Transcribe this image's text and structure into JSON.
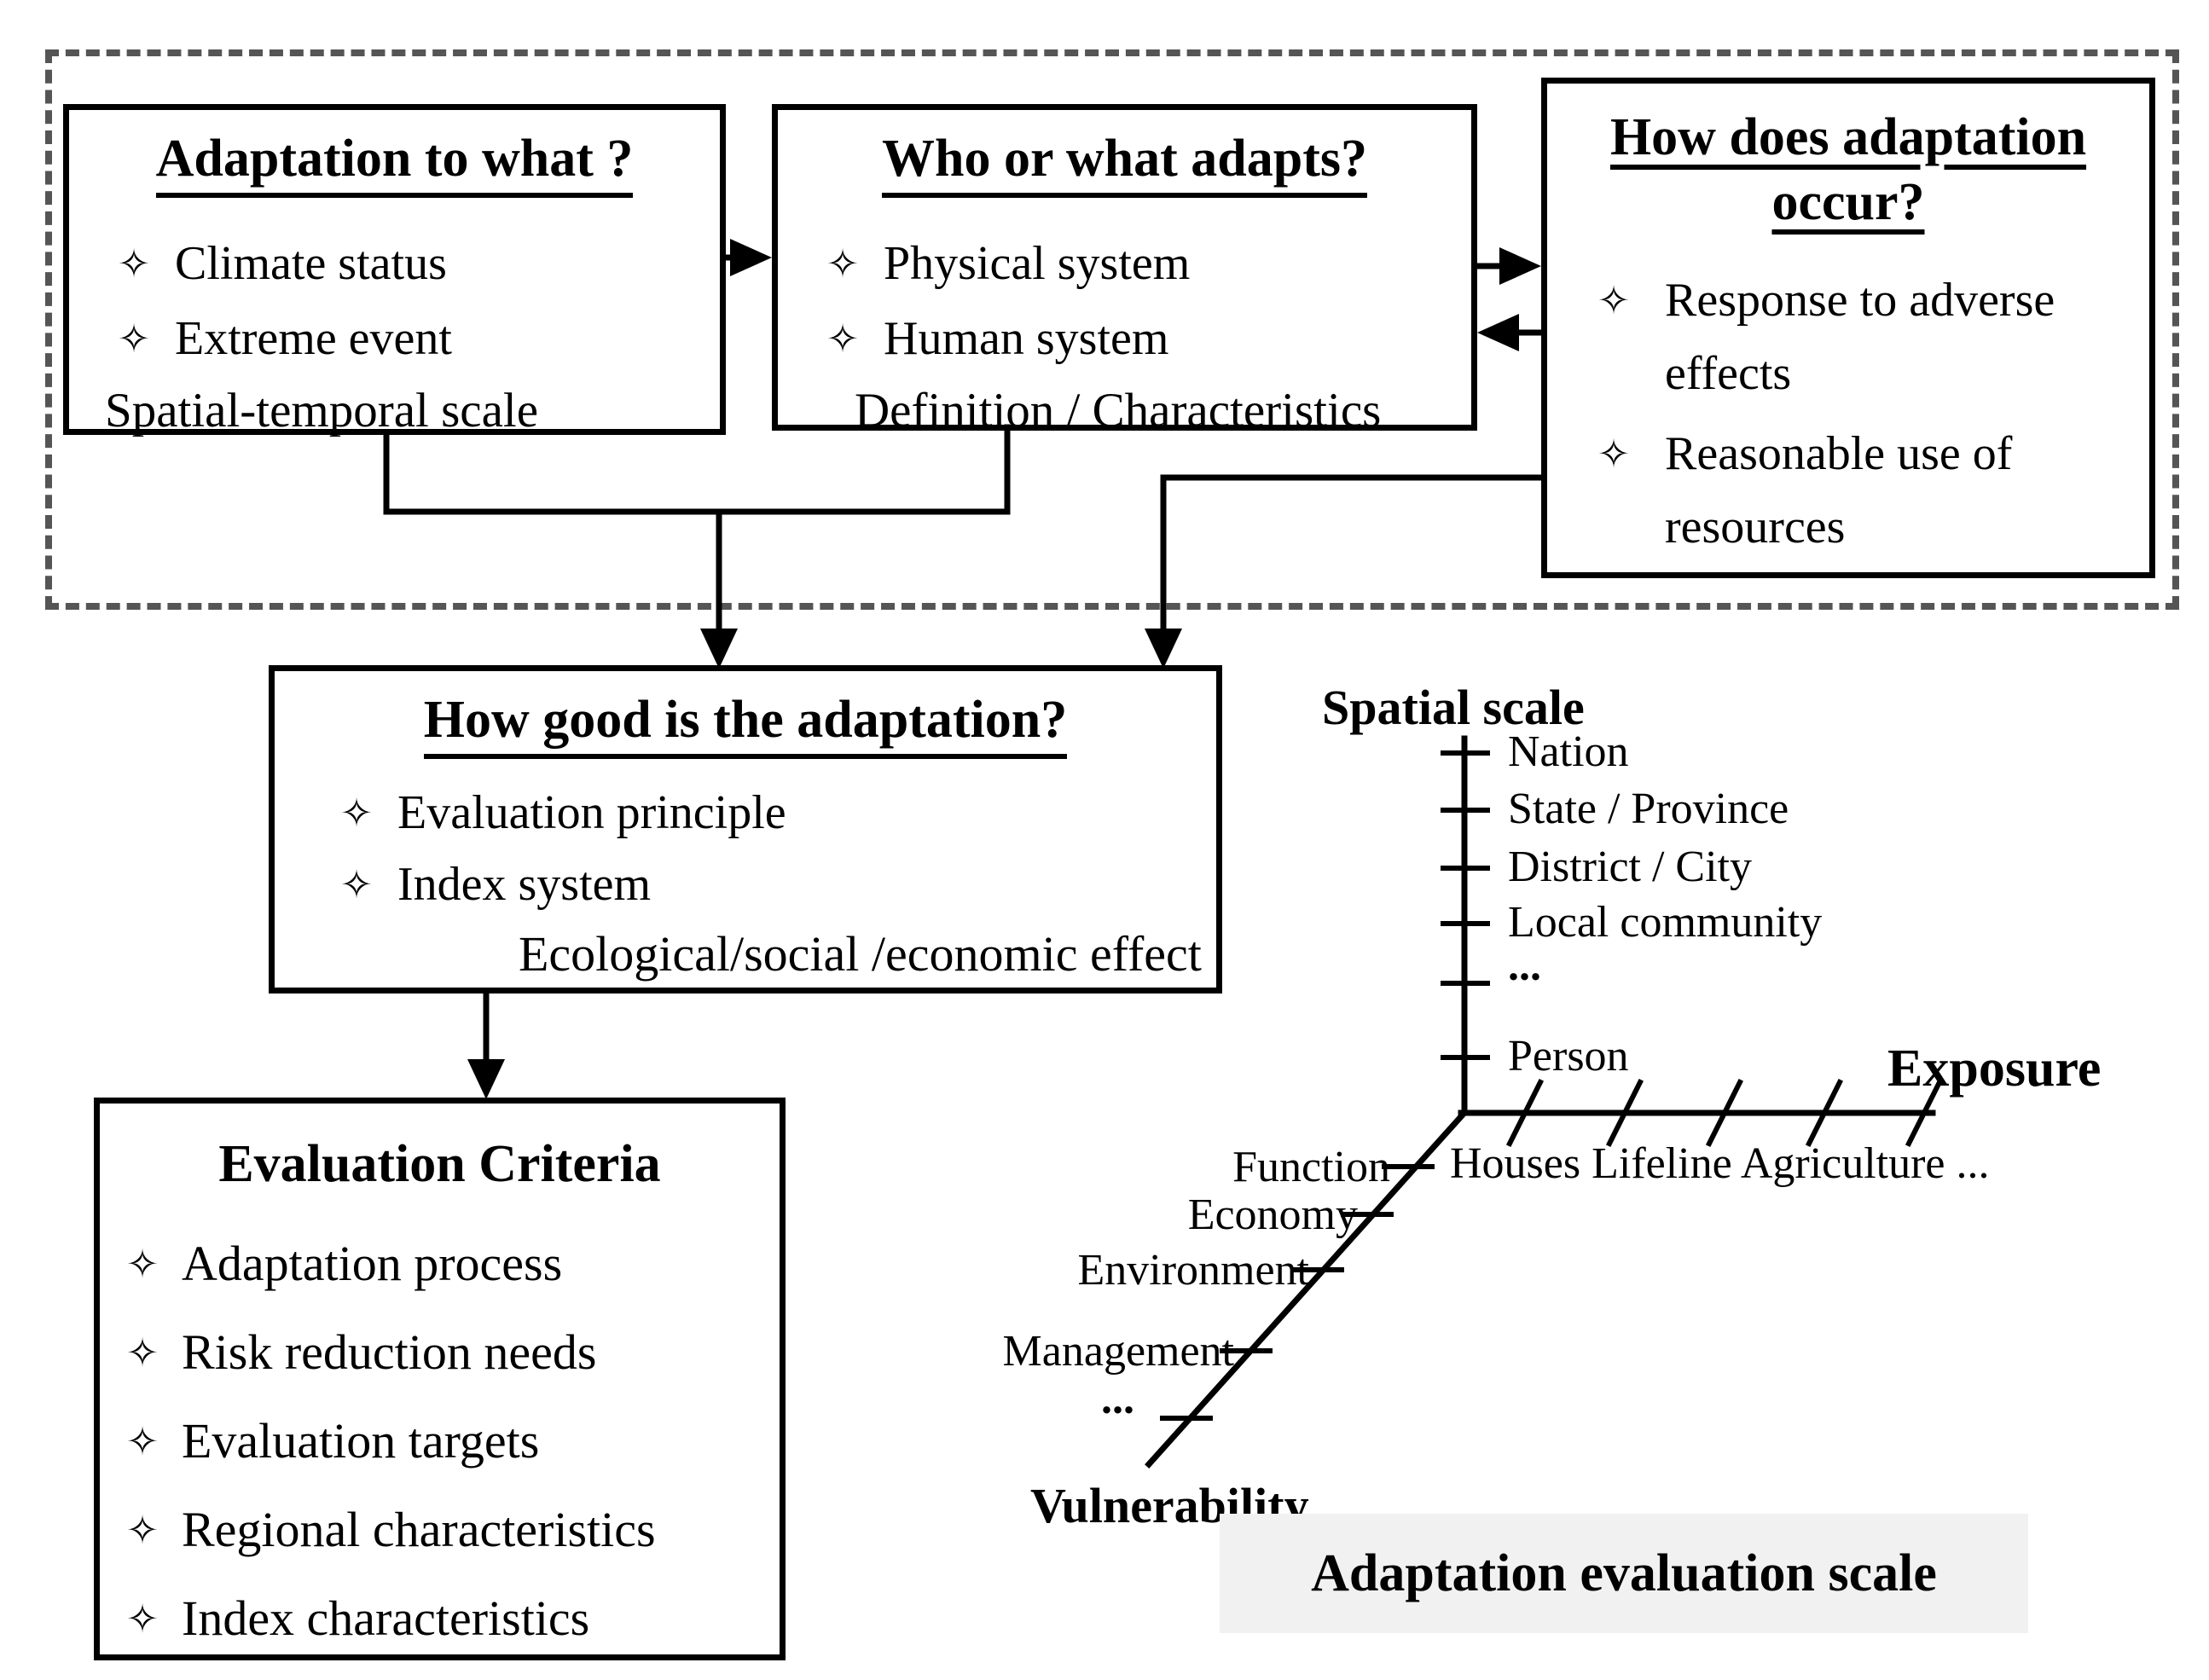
{
  "bullet_icon": "✧",
  "boxes": {
    "adaptation_to_what": {
      "title": "Adaptation to what ?",
      "items": [
        "Climate status",
        "Extreme event"
      ],
      "footer": "Spatial-temporal scale"
    },
    "who_or_what_adapts": {
      "title": "Who or what adapts?",
      "items": [
        "Physical system",
        "Human system"
      ],
      "footer": "Definition / Characteristics"
    },
    "how_does_adaptation_occur": {
      "title": "How does adaptation occur?",
      "items": [
        "Response to adverse effects",
        "Reasonable use of resources"
      ]
    },
    "how_good_is_adaptation": {
      "title": "How good is the adaptation?",
      "items": [
        "Evaluation principle",
        "Index system"
      ],
      "footer": "Ecological/social /economic effect"
    },
    "evaluation_criteria": {
      "title": "Evaluation Criteria",
      "items": [
        "Adaptation process",
        "Risk reduction needs",
        "Evaluation targets",
        "Regional characteristics",
        "Index characteristics"
      ]
    }
  },
  "axes": {
    "spatial": {
      "label": "Spatial scale",
      "ticks": [
        "Nation",
        "State / Province",
        "District / City",
        "Local community",
        "...",
        "Person"
      ]
    },
    "exposure": {
      "label": "Exposure",
      "items_label": "Houses Lifeline Agriculture ..."
    },
    "vulnerability": {
      "label": "Vulnerability",
      "ticks": [
        "Function",
        "Economy",
        "Environment",
        "Management",
        "..."
      ]
    }
  },
  "caption": "Adaptation evaluation scale",
  "colors": {
    "line": "#000000",
    "dashed_border": "#555555",
    "caption_bg": "#f1f1f1",
    "text": "#000000"
  }
}
